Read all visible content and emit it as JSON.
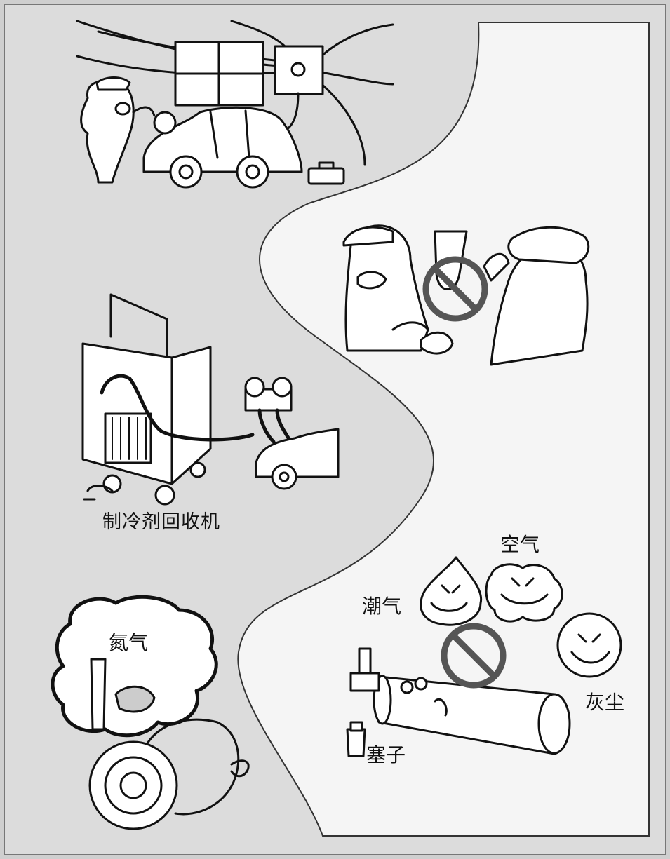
{
  "colors": {
    "background_left": "#dcdcdc",
    "background_right": "#f4f4f4",
    "line": "#111111",
    "prohibition_sign": "#555555"
  },
  "labels": {
    "recovery_machine": "制冷剂回收机",
    "nitrogen": "氮气",
    "air": "空气",
    "moisture": "潮气",
    "dust": "灰尘",
    "plug": "塞子"
  },
  "icons": {
    "top": "mechanic-charging-car-icon",
    "middle": "workers-no-contact-icon",
    "recovery": "refrigerant-recovery-machine-icon",
    "nitrogen": "nitrogen-charged-compressor-icon",
    "sealed_tube": "sealed-tube-no-contaminants-icon"
  }
}
